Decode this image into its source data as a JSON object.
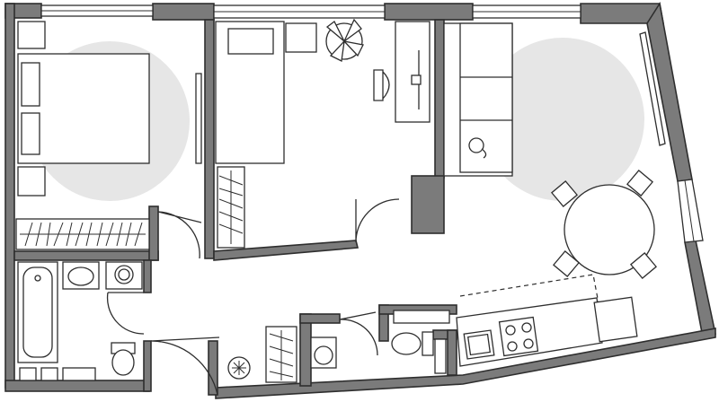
{
  "plan": {
    "rooms": [
      "bedroom",
      "study",
      "living-kitchen",
      "bathroom",
      "hallway",
      "toilet"
    ],
    "colors": {
      "wall": "#7b7b7b",
      "outline": "#2e2e2e",
      "rug": "#e6e6e6",
      "background": "#ffffff"
    },
    "furniture": [
      "double-bed",
      "nightstand",
      "wardrobe",
      "single-bed",
      "desk",
      "desk-chair",
      "plant",
      "sofa",
      "dining-table",
      "dining-chair",
      "kitchen-counter",
      "stove",
      "sink",
      "fridge",
      "bathtub",
      "washbasin",
      "washing-machine",
      "toilet",
      "shoe-rack"
    ]
  }
}
